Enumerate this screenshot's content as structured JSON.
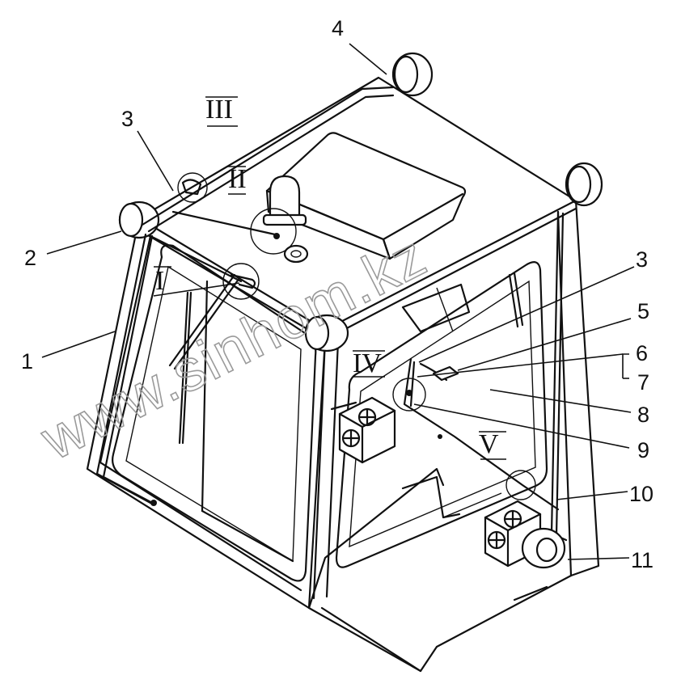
{
  "diagram": {
    "callouts": [
      "1",
      "2",
      "3",
      "3",
      "4",
      "5",
      "6",
      "7",
      "8",
      "9",
      "10",
      "11"
    ],
    "detail_marks": [
      "I",
      "II",
      "III",
      "IV",
      "V"
    ],
    "watermark": "www.sinhom.kz"
  }
}
